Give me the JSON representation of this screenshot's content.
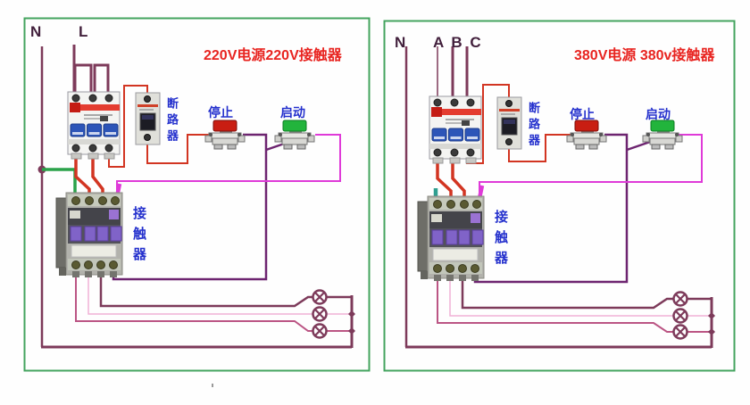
{
  "colors": {
    "border": "#44a45f",
    "title": "#e82420",
    "label_dark": "#42203c",
    "label_blue": "#2531cd",
    "wire_dark": "#7d3a5a",
    "wire_red": "#d23522",
    "wire_magenta": "#df3ad8",
    "wire_purple": "#6d2470",
    "wire_green": "#2ba24a",
    "wire_teal": "#2f9f90",
    "wire_pink_light": "#f0b0d6",
    "wire_pink_mid": "#bb5584",
    "stop_cap": "#c91e12",
    "start_cap": "#22b43c"
  },
  "left_panel": {
    "title": "220V电源220V接触器",
    "labels": {
      "neutral": "N",
      "live": "L"
    },
    "breaker_label": "断路器",
    "stop_label": "停止",
    "start_label": "启动",
    "contactor_label": "接触器"
  },
  "right_panel": {
    "title": "380V电源 380v接触器",
    "labels": {
      "neutral": "N",
      "phases": "A B C"
    },
    "breaker_label": "断路器",
    "stop_label": "停止",
    "start_label": "启动",
    "contactor_label": "接触器"
  }
}
